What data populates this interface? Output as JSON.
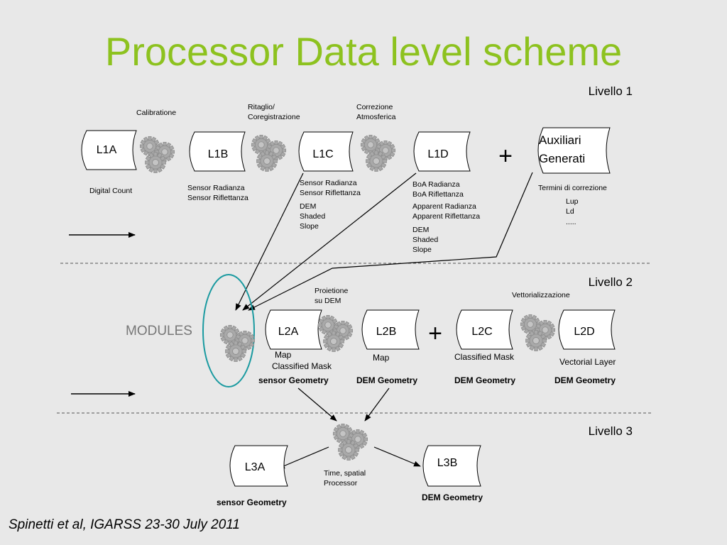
{
  "title": "Processor Data level scheme",
  "citation": "Spinetti et al, IGARSS 23-30 July 2011",
  "levels": {
    "livello1": "Livello 1",
    "livello2": "Livello 2",
    "livello3": "Livello 3"
  },
  "modules_label": "MODULES",
  "level1": {
    "nodes": {
      "l1a": "L1A",
      "l1b": "L1B",
      "l1c": "L1C",
      "l1d": "L1D",
      "aux1": "Auxiliari",
      "aux2": "Generati"
    },
    "processes": {
      "calibration": "Calibratione",
      "ritaglio": [
        "Ritaglio/",
        "Coregistrazione"
      ],
      "correzione": [
        "Correzione",
        "Atmosferica"
      ]
    },
    "plus": "+",
    "products": {
      "l1a": [
        "Digital Count"
      ],
      "l1b": [
        "Sensor Radianza",
        "Sensor Riflettanza"
      ],
      "l1c_a": [
        "Sensor Radianza",
        "Sensor Riflettanza"
      ],
      "l1c_b": [
        "DEM",
        "Shaded",
        "Slope"
      ],
      "l1d_a": [
        "BoA Radianza",
        "BoA Riflettanza"
      ],
      "l1d_b": [
        "Apparent Radianza",
        "Apparent Riflettanza"
      ],
      "l1d_c": [
        "DEM",
        "Shaded",
        "Slope"
      ],
      "aux_title": "Termini di correzione",
      "aux_items": [
        "Lup",
        "Ld",
        "....."
      ]
    }
  },
  "level2": {
    "nodes": {
      "l2a": "L2A",
      "l2b": "L2B",
      "l2c": "L2C",
      "l2d": "L2D"
    },
    "processes": {
      "proiezione": [
        "Proietione",
        "su DEM"
      ],
      "vettorializzazione": "Vettorializzazione"
    },
    "plus": "+",
    "products": {
      "l2a": [
        "Map",
        "Classified Mask"
      ],
      "l2b": [
        "Map"
      ],
      "l2c": [
        "Classified Mask"
      ],
      "l2d": [
        "Vectorial Layer"
      ]
    },
    "geometries": [
      "sensor Geometry",
      "DEM Geometry",
      "DEM Geometry",
      "DEM Geometry"
    ]
  },
  "level3": {
    "nodes": {
      "l3a": "L3A",
      "l3b": "L3B"
    },
    "process": [
      "Time, spatial",
      "Processor"
    ],
    "geometries": {
      "l3a": "sensor Geometry",
      "l3b": "DEM Geometry"
    }
  },
  "colors": {
    "title": "#8dc21f",
    "background": "#e8e8e8",
    "modules_ellipse": "#1a9aa0",
    "gear": "#a9a9a9"
  }
}
